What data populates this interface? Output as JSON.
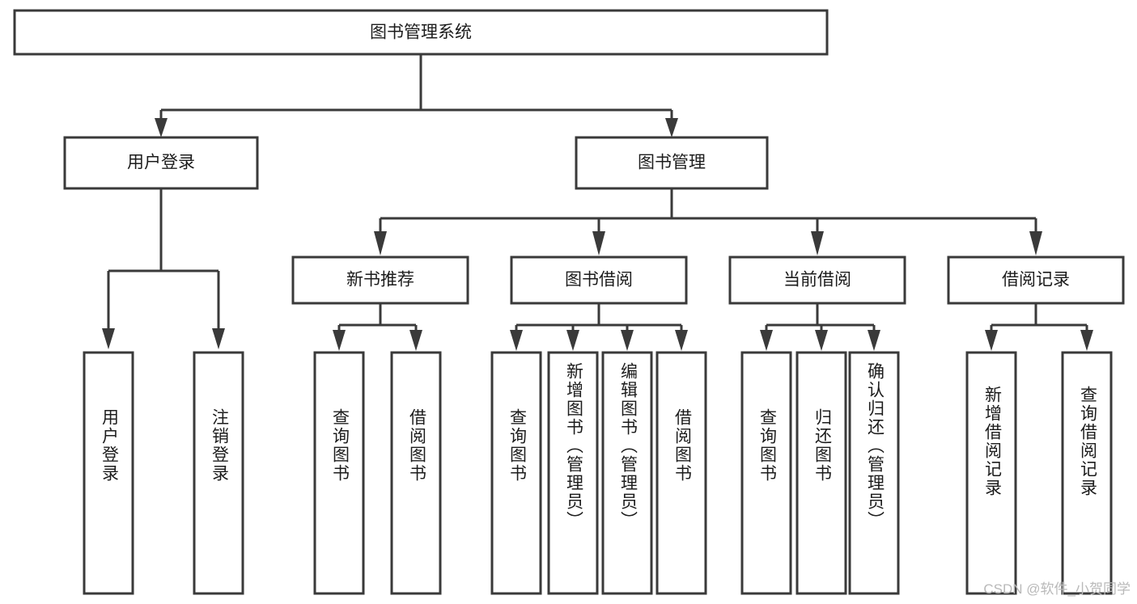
{
  "diagram": {
    "type": "tree-hierarchy",
    "title": "图书管理系统",
    "watermark": "CSDN @软件_小贺同学",
    "colors": {
      "stroke": "#3a3a3a",
      "fill": "#ffffff",
      "text": "#1c1c1c",
      "watermark": "#b9b9b9",
      "background": "#ffffff"
    },
    "levels": {
      "root": "图书管理系统",
      "level2": [
        "用户登录",
        "图书管理"
      ],
      "level3": [
        "新书推荐",
        "图书借阅",
        "当前借阅",
        "借阅记录"
      ],
      "level4_groups": [
        [
          "用户登录",
          "注销登录"
        ],
        [
          "查询图书",
          "借阅图书"
        ],
        [
          "查询图书",
          "新增图书（管理员）",
          "编辑图书（管理员）",
          "借阅图书"
        ],
        [
          "查询图书",
          "归还图书",
          "确认归还（管理员）"
        ],
        [
          "新增借阅记录",
          "查询借阅记录"
        ]
      ]
    },
    "nodes": {
      "root": {
        "label": "图书管理系统"
      },
      "user_login": {
        "label": "用户登录"
      },
      "book_manage": {
        "label": "图书管理"
      },
      "new_book_rec": {
        "label": "新书推荐"
      },
      "book_borrow": {
        "label": "图书借阅"
      },
      "current_borrow": {
        "label": "当前借阅"
      },
      "borrow_record": {
        "label": "借阅记录"
      },
      "leaf_user_login": {
        "label": "用户登录"
      },
      "leaf_logout": {
        "label": "注销登录"
      },
      "leaf_query_book_1": {
        "label": "查询图书"
      },
      "leaf_borrow_book_1": {
        "label": "借阅图书"
      },
      "leaf_query_book_2": {
        "label": "查询图书"
      },
      "leaf_add_book": {
        "label": "新增图书（管理员）"
      },
      "leaf_edit_book": {
        "label": "编辑图书（管理员）"
      },
      "leaf_borrow_book_2": {
        "label": "借阅图书"
      },
      "leaf_query_book_3": {
        "label": "查询图书"
      },
      "leaf_return_book": {
        "label": "归还图书"
      },
      "leaf_confirm_return": {
        "label": "确认归还（管理员）"
      },
      "leaf_add_record": {
        "label": "新增借阅记录"
      },
      "leaf_query_record": {
        "label": "查询借阅记录"
      }
    }
  }
}
